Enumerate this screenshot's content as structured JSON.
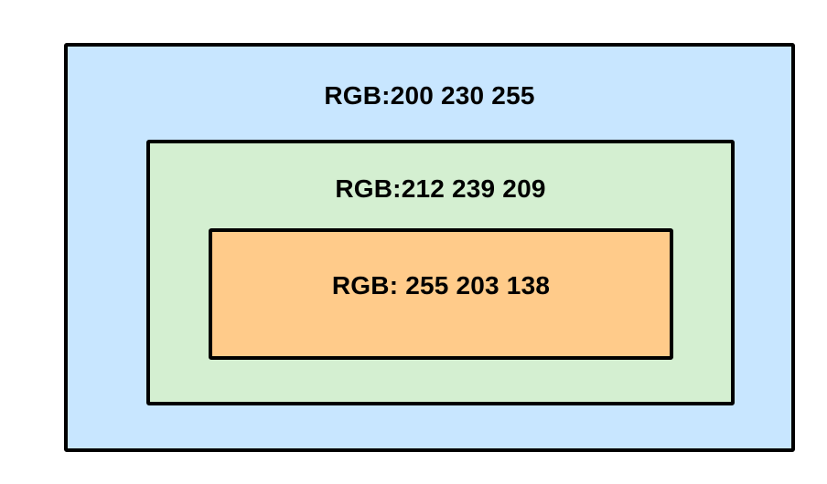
{
  "boxes": {
    "outer": {
      "label": "RGB:200 230 255",
      "fill": "#C8E6FF"
    },
    "middle": {
      "label": "RGB:212 239 209",
      "fill": "#D4EFD1"
    },
    "inner": {
      "label": "RGB: 255 203 138",
      "fill": "#FFCB8A"
    }
  }
}
